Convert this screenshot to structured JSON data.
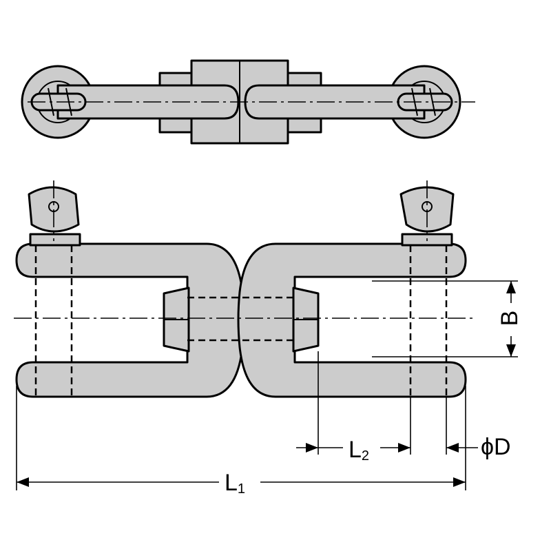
{
  "colors": {
    "fill": "#cccccc",
    "line": "#000000",
    "background": "#ffffff"
  },
  "labels": {
    "b": "B",
    "l1_main": "L",
    "l1_sub": "1",
    "l2_main": "L",
    "l2_sub": "2",
    "phi_d": "ϕD"
  }
}
